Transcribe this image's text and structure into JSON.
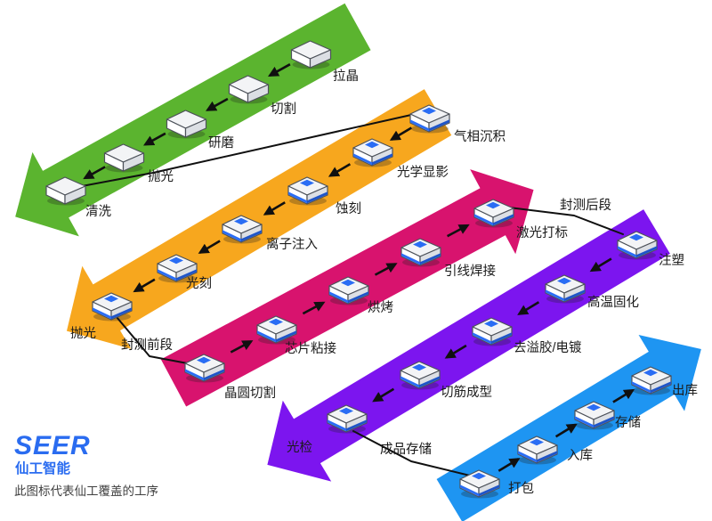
{
  "bands": [
    {
      "id": "crystal-wafer-prep",
      "color": "#5bb42f",
      "steps": [
        {
          "label": "拉晶",
          "seer": false
        },
        {
          "label": "切割",
          "seer": false
        },
        {
          "label": "研磨",
          "seer": false
        },
        {
          "label": "抛光",
          "seer": false
        },
        {
          "label": "清洗",
          "seer": false
        }
      ]
    },
    {
      "id": "wafer-fab",
      "color": "#f7a71e",
      "steps": [
        {
          "label": "气相沉积",
          "seer": true
        },
        {
          "label": "光学显影",
          "seer": true
        },
        {
          "label": "蚀刻",
          "seer": true
        },
        {
          "label": "离子注入",
          "seer": true
        },
        {
          "label": "光刻",
          "seer": true
        },
        {
          "label": "抛光",
          "seer": true
        }
      ]
    },
    {
      "id": "packaging-front",
      "color": "#d8136e",
      "steps": [
        {
          "label": "晶圆切割",
          "seer": true
        },
        {
          "label": "芯片粘接",
          "seer": true
        },
        {
          "label": "烘烤",
          "seer": true
        },
        {
          "label": "引线焊接",
          "seer": true
        },
        {
          "label": "激光打标",
          "seer": true
        }
      ]
    },
    {
      "id": "packaging-back",
      "color": "#7c15ef",
      "steps": [
        {
          "label": "注塑",
          "seer": true
        },
        {
          "label": "高温固化",
          "seer": true
        },
        {
          "label": "去溢胶/电镀",
          "seer": true
        },
        {
          "label": "切筋成型",
          "seer": true
        },
        {
          "label": "光检",
          "seer": true
        }
      ]
    },
    {
      "id": "finished-goods-warehouse",
      "color": "#1e95f2",
      "steps": [
        {
          "label": "打包",
          "seer": true
        },
        {
          "label": "入库",
          "seer": true
        },
        {
          "label": "存储",
          "seer": true
        },
        {
          "label": "出库",
          "seer": true
        }
      ]
    }
  ],
  "stage_labels": {
    "pre_package_test": "封测前段",
    "post_package_test": "封测后段",
    "finished_storage": "成品存储"
  },
  "footer": {
    "brand": "SEER",
    "company": "仙工智能",
    "note": "此图标代表仙工覆盖的工序",
    "brand_color": "#2a6cf0"
  }
}
